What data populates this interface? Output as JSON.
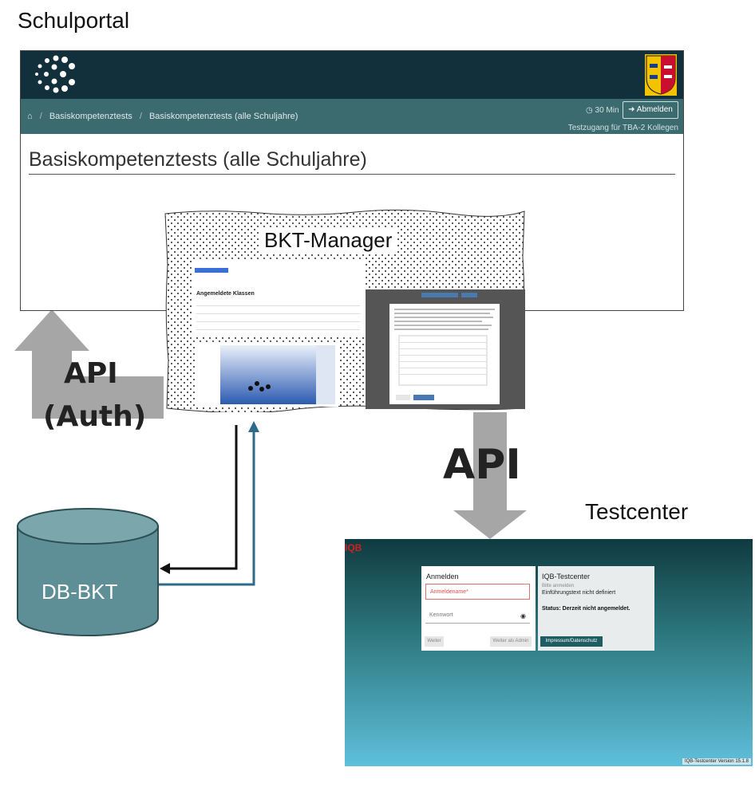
{
  "titles": {
    "schulportal": "Schulportal",
    "bkt_manager": "BKT-Manager",
    "testcenter": "Testcenter"
  },
  "portal": {
    "breadcrumb": [
      "Basiskompetenztests",
      "Basiskompetenztests (alle Schuljahre)"
    ],
    "timer": "30 Min",
    "logout_label": "Abmelden",
    "test_access": "Testzugang für TBA-2 Kollegen",
    "page_heading": "Basiskompetenztests (alle Schuljahre)"
  },
  "mini_class": {
    "heading": "Angemeldete Klassen"
  },
  "database": {
    "label": "DB-BKT"
  },
  "api": {
    "auth_line1": "API",
    "auth_line2": "(Auth)",
    "main": "API"
  },
  "testcenter": {
    "logo": "IQB",
    "login_heading": "Anmelden",
    "user_placeholder": "Anmeldename*",
    "pass_placeholder": "Kennwort",
    "weiter_label": "Weiter",
    "weiter_admin_label": "Weiter als Admin",
    "info_heading": "IQB-Testcenter",
    "info_sub": "Bitte anmelden",
    "info_text": "Einführungstext nicht definiert",
    "info_status": "Status: Derzeit nicht angemeldet.",
    "impressum_label": "Impressum/Datenschutz",
    "version": "IQB-Testcenter Version 15.1.8"
  },
  "colors": {
    "portal_header": "#12303c",
    "portal_subbar": "#3c6b6f",
    "arrow_gray": "#a6a6a6",
    "db_fill": "#5e8f96",
    "line_blue": "#2e6a8a"
  }
}
